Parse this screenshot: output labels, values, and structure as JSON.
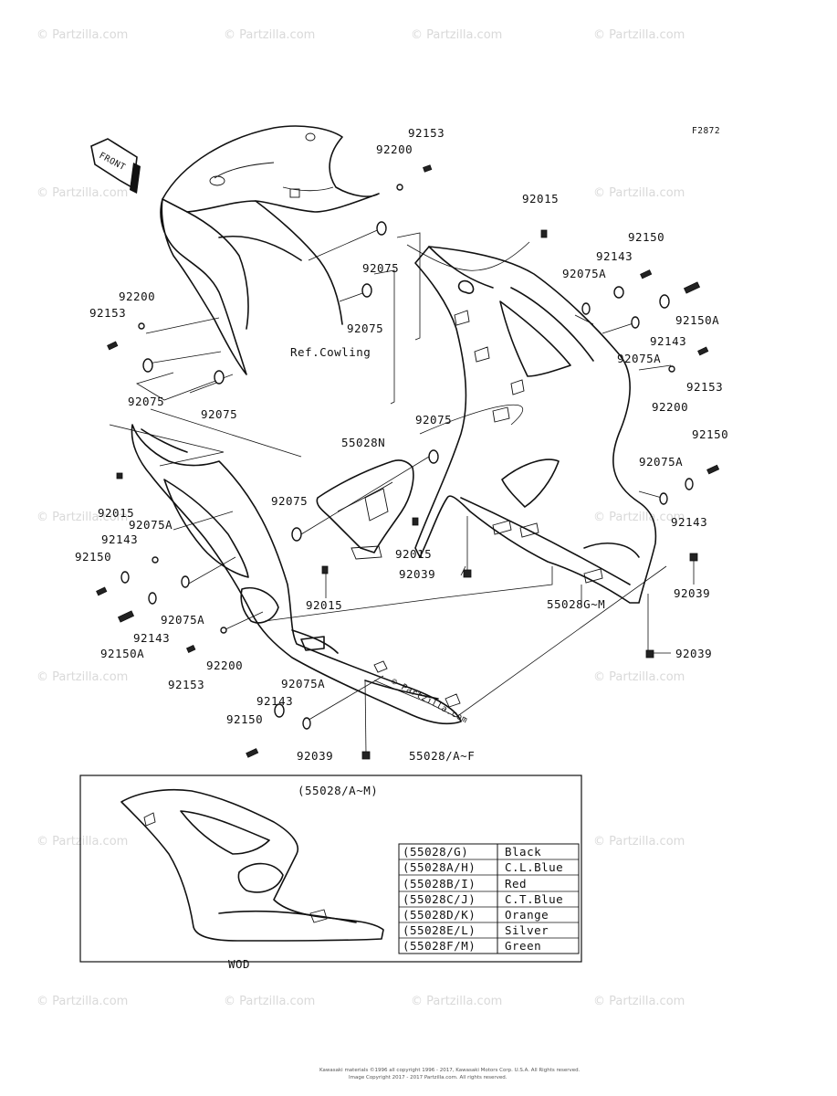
{
  "figure_code": "F2872",
  "front_arrow": "FRONT",
  "watermark": "© Partzilla.com",
  "ref_label": "Ref.Cowling",
  "labels": {
    "l92153_top": "92153",
    "l92200_top": "92200",
    "l92015_top": "92015",
    "l92150_tr": "92150",
    "l92143_tr": "92143",
    "l92075A_tr": "92075A",
    "l92075_a": "92075",
    "l92075_b": "92075",
    "l92150A_r": "92150A",
    "l92143_r": "92143",
    "l92075A_r": "92075A",
    "l92153_r": "92153",
    "l92200_r": "92200",
    "l92200_l": "92200",
    "l92153_l": "92153",
    "l92075_l1": "92075",
    "l92075_l2": "92075",
    "l92075_mid": "92075",
    "l55028N": "55028N",
    "l92150_r2": "92150",
    "l92075A_r2": "92075A",
    "l92143_r2": "92143",
    "l92015_l": "92015",
    "l92075A_l": "92075A",
    "l92143_l": "92143",
    "l92150_l": "92150",
    "l92075_m2": "92075",
    "l92015_m": "92015",
    "l92039_m": "92039",
    "l92015_m2": "92015",
    "l55028GM": "55028G~M",
    "l92039_r": "92039",
    "l92075A_l2": "92075A",
    "l92143_l2": "92143",
    "l92150A_l": "92150A",
    "l92200_l2": "92200",
    "l92039_r2": "92039",
    "l92153_l2": "92153",
    "l92075A_b": "92075A",
    "l92143_b": "92143",
    "l92150_b": "92150",
    "l92039_b": "92039",
    "l55028AF": "55028/A~F"
  },
  "inset": {
    "title": "(55028/A~M)",
    "caption": "WOD",
    "table": [
      {
        "code": "(55028/G)",
        "color": "Black"
      },
      {
        "code": "(55028A/H)",
        "color": "C.L.Blue"
      },
      {
        "code": "(55028B/I)",
        "color": "Red"
      },
      {
        "code": "(55028C/J)",
        "color": "C.T.Blue"
      },
      {
        "code": "(55028D/K)",
        "color": "Orange"
      },
      {
        "code": "(55028E/L)",
        "color": "Silver"
      },
      {
        "code": "(55028F/M)",
        "color": "Green"
      }
    ]
  },
  "footer": {
    "line1": "Kawasaki materials ©1996 all copyright 1996 - 2017, Kawasaki Motors Corp. U.S.A. All Rights reserved.",
    "line2": "Image Copyright 2017 - 2017 Partzilla.com. All rights reserved."
  }
}
